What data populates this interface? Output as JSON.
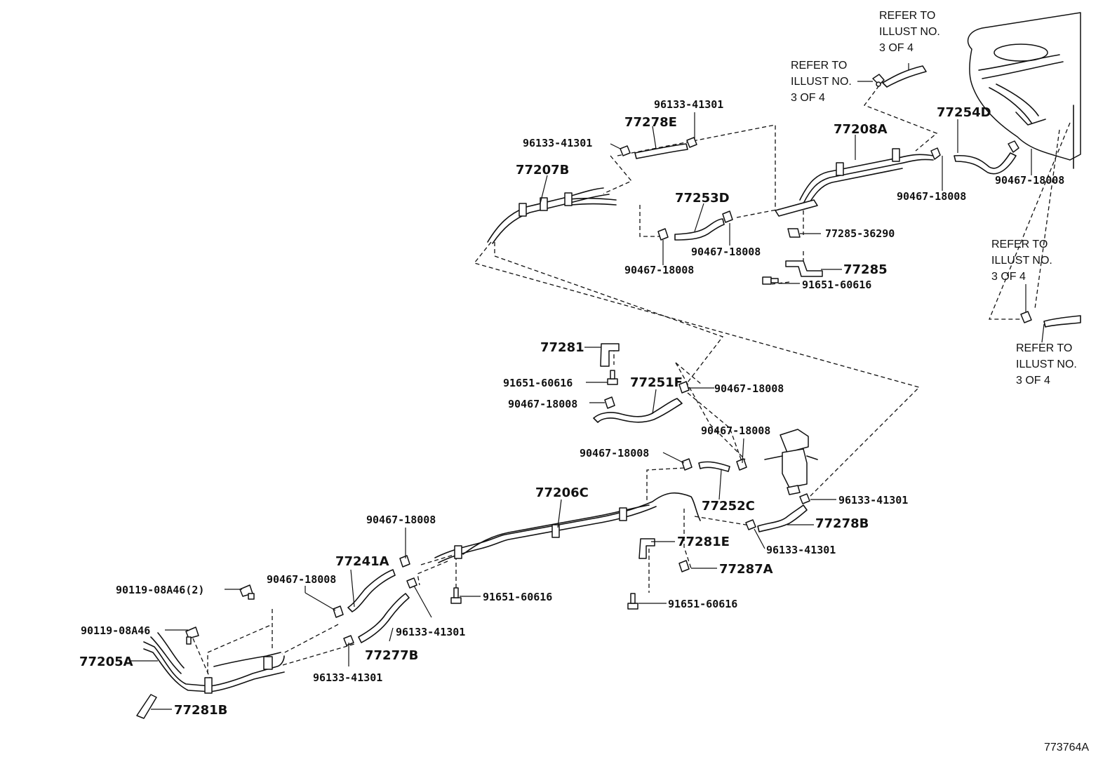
{
  "callouts": {
    "c77254D": "77254D",
    "c77208A": "77208A",
    "c77278E": "77278E",
    "c77207B": "77207B",
    "c77253D": "77253D",
    "c77285": "77285",
    "c77281": "77281",
    "c77251F": "77251F",
    "c77206C": "77206C",
    "c77252C": "77252C",
    "c77278B": "77278B",
    "c77281E": "77281E",
    "c77287A": "77287A",
    "c77241A": "77241A",
    "c77277B": "77277B",
    "c77205A": "77205A",
    "c77281B": "77281B"
  },
  "part_numbers": {
    "p1": "96133-41301",
    "p2": "96133-41301",
    "p3": "90467-18008",
    "p4": "90467-18008",
    "p5": "90467-18008",
    "p6": "90467-18008",
    "p7": "77285-36290",
    "p8": "91651-60616",
    "p9": "91651-60616",
    "p10": "90467-18008",
    "p11": "90467-18008",
    "p12": "90467-18008",
    "p13": "90467-18008",
    "p14": "96133-41301",
    "p15": "96133-41301",
    "p16": "90467-18008",
    "p17": "91651-60616",
    "p18": "91651-60616",
    "p19": "90119-08A46(2)",
    "p20": "90467-18008",
    "p21": "90119-08A46",
    "p22": "96133-41301",
    "p23": "96133-41301"
  },
  "refer_notes": {
    "r1": [
      "REFER TO",
      "ILLUST NO.",
      "3 OF 4"
    ],
    "r2": [
      "REFER TO",
      "ILLUST NO.",
      "3 OF 4"
    ],
    "r3": [
      "REFER TO",
      "ILLUST NO.",
      "3 OF 4"
    ],
    "r4": [
      "REFER TO",
      "ILLUST NO.",
      "3 OF 4"
    ]
  },
  "illustration_id": "773764A"
}
